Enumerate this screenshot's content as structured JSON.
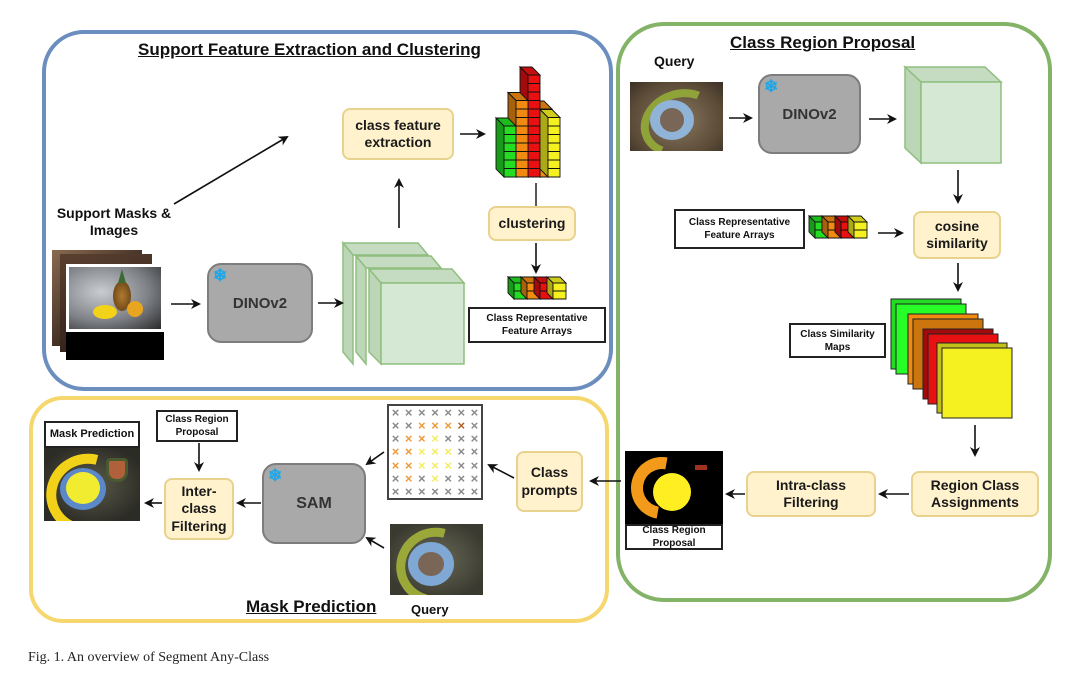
{
  "figure": {
    "caption": "Fig. 1.  An overview of Segment Any-Class"
  },
  "colors": {
    "support_panel_border": "#6c8ebf",
    "region_panel_border": "#82b366",
    "mask_panel_border": "#f5d76e",
    "process_fill": "#fff2cc",
    "model_fill": "#a9a9a9",
    "feature_cube_fill": "#d5e8d4",
    "class_colors": [
      "#22dd22",
      "#f08a10",
      "#e81010",
      "#f5f020"
    ]
  },
  "support_panel": {
    "title": "Support Feature Extraction and Clustering",
    "input_label": "Support Masks & Images",
    "model_label": "DINOv2",
    "model_icon": "snowflake-icon",
    "class_feature_extraction": "class feature extraction",
    "clustering": "clustering",
    "representative_label": "Class Representative Feature Arrays"
  },
  "region_panel": {
    "title": "Class Region Proposal",
    "query_label": "Query",
    "model_label": "DINOv2",
    "model_icon": "snowflake-icon",
    "representative_label": "Class Representative Feature Arrays",
    "cosine_similarity": "cosine similarity",
    "similarity_maps_label": "Class Similarity Maps",
    "region_class_assignments": "Region Class Assignments",
    "intra_class_filtering": "Intra-class Filtering",
    "proposal_label": "Class Region Proposal"
  },
  "mask_panel": {
    "title": "Mask Prediction",
    "query_label": "Query",
    "class_prompts": "Class prompts",
    "model_label": "SAM",
    "model_icon": "snowflake-icon",
    "inter_class_filtering": "Inter-class Filtering",
    "proposal_note": "Class Region Proposal",
    "output_label": "Mask Prediction",
    "prompt_symbol": "×",
    "prompt_grid": [
      [
        "g",
        "g",
        "g",
        "g",
        "g",
        "g",
        "g"
      ],
      [
        "g",
        "g",
        "o",
        "o",
        "o",
        "d",
        "g"
      ],
      [
        "g",
        "o",
        "o",
        "y",
        "g",
        "g",
        "g"
      ],
      [
        "o",
        "o",
        "y",
        "y",
        "y",
        "g",
        "g"
      ],
      [
        "o",
        "o",
        "y",
        "y",
        "y",
        "g",
        "g"
      ],
      [
        "g",
        "o",
        "g",
        "y",
        "g",
        "g",
        "g"
      ],
      [
        "g",
        "g",
        "g",
        "g",
        "g",
        "g",
        "g"
      ]
    ],
    "prompt_colors": {
      "g": "#8a8a8a",
      "o": "#ee9a3a",
      "d": "#b0602a",
      "y": "#f2ee60"
    }
  }
}
